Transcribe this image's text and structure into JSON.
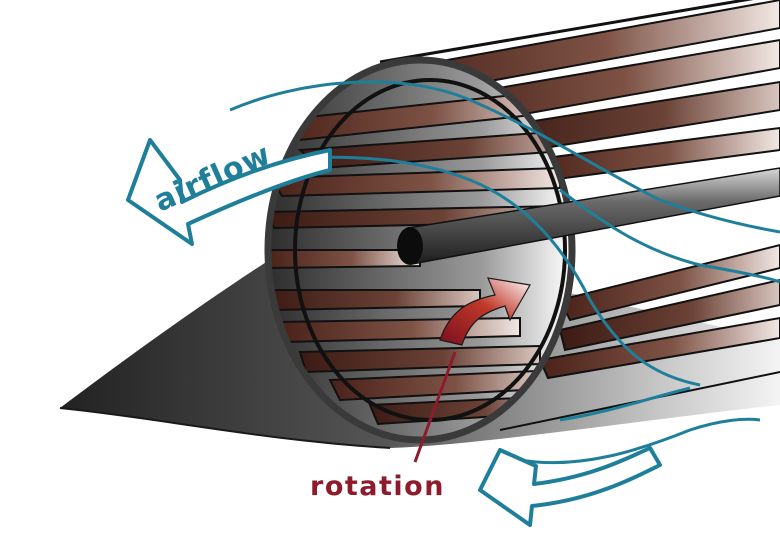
{
  "labels": {
    "airflow": "airflow",
    "rotation": "rotation"
  },
  "colors": {
    "airflow_teal": "#1f7f9a",
    "rotation_crimson": "#8e1b2c",
    "blade_brown": "#5a2e22",
    "housing_gray": "#3a3a3a"
  },
  "components": {
    "rotor": "cross-flow fan rotor",
    "shaft": "central shaft",
    "housing": "fan housing"
  }
}
